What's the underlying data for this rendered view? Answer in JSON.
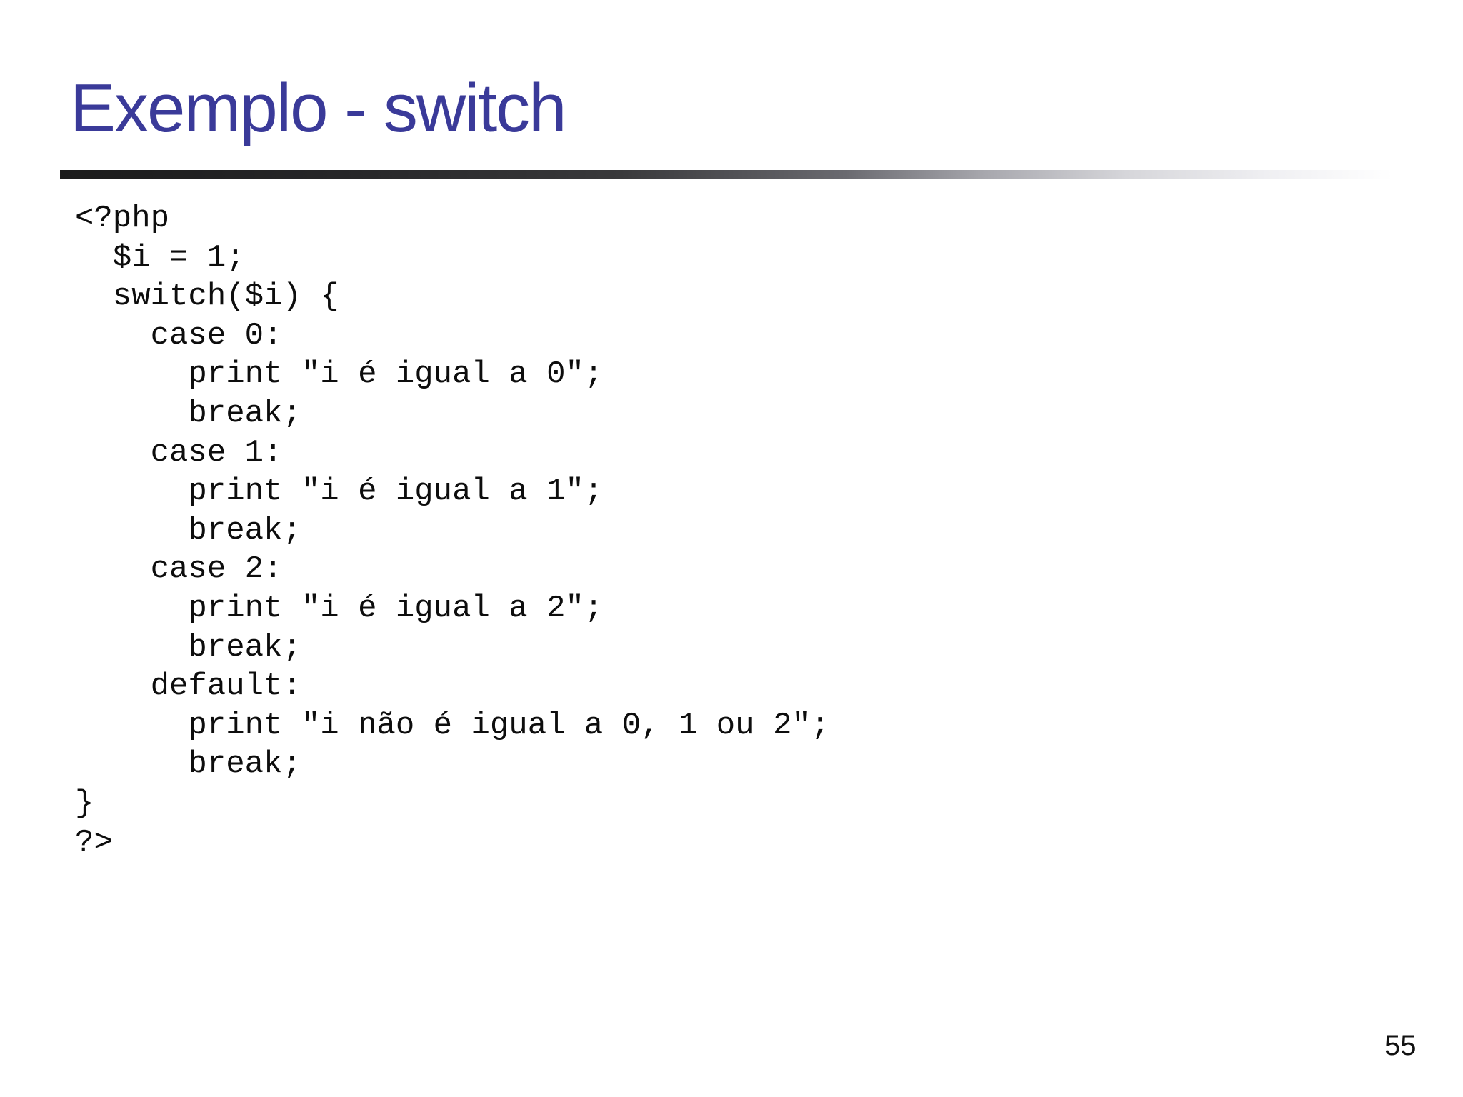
{
  "slide": {
    "title": "Exemplo - switch",
    "page_number": "55",
    "code": {
      "language": "php",
      "lines": [
        "<?php",
        "  $i = 1;",
        "  switch($i) {",
        "    case 0:",
        "      print \"i é igual a 0\";",
        "      break;",
        "    case 1:",
        "      print \"i é igual a 1\";",
        "      break;",
        "    case 2:",
        "      print \"i é igual a 2\";",
        "      break;",
        "    default:",
        "      print \"i não é igual a 0, 1 ou 2\";",
        "      break;",
        "}",
        "?>"
      ]
    },
    "colors": {
      "background": "#FFFFFF",
      "title_text": "#3A3A99",
      "rule_gradient_start": "#1B1B1B",
      "rule_gradient_end": "#FFFFFF",
      "code_text": "#0D0D0D",
      "page_number_text": "#111111"
    }
  }
}
